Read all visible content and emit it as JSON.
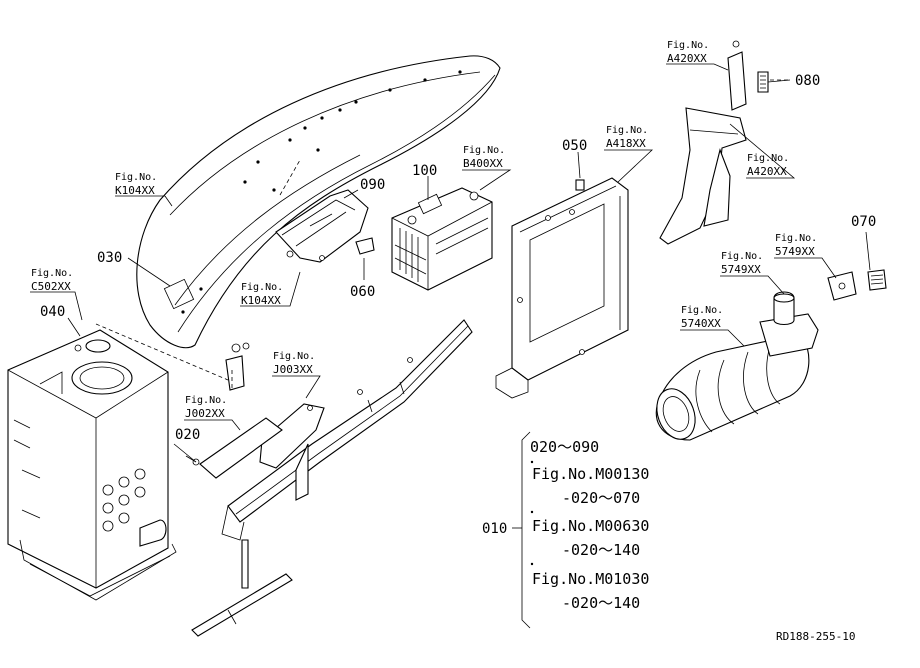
{
  "callouts": [
    {
      "id": "fig-k104-top",
      "fig": "Fig.No.",
      "code": "K104XX"
    },
    {
      "id": "fig-c502",
      "fig": "Fig.No.",
      "code": "C502XX"
    },
    {
      "id": "fig-k104-mid",
      "fig": "Fig.No.",
      "code": "K104XX"
    },
    {
      "id": "fig-b400",
      "fig": "Fig.No.",
      "code": "B400XX"
    },
    {
      "id": "fig-a418",
      "fig": "Fig.No.",
      "code": "A418XX"
    },
    {
      "id": "fig-a420-top",
      "fig": "Fig.No.",
      "code": "A420XX"
    },
    {
      "id": "fig-a420-mid",
      "fig": "Fig.No.",
      "code": "A420XX"
    },
    {
      "id": "fig-5749-a",
      "fig": "Fig.No.",
      "code": "5749XX"
    },
    {
      "id": "fig-5749-b",
      "fig": "Fig.No.",
      "code": "5749XX"
    },
    {
      "id": "fig-5740",
      "fig": "Fig.No.",
      "code": "5740XX"
    },
    {
      "id": "fig-j003",
      "fig": "Fig.No.",
      "code": "J003XX"
    },
    {
      "id": "fig-j002",
      "fig": "Fig.No.",
      "code": "J002XX"
    }
  ],
  "parts": {
    "p010": "010",
    "p020": "020",
    "p030": "030",
    "p040": "040",
    "p050": "050",
    "p060": "060",
    "p070": "070",
    "p080": "080",
    "p090": "090",
    "p100": "100"
  },
  "legend": {
    "line1": "020～090",
    "line2": "Fig.No.M00130",
    "line3": "-020～070",
    "line4": "Fig.No.M00630",
    "line5": "-020～140",
    "line6": "Fig.No.M01030",
    "line7": "-020～140"
  },
  "drawing_code": "RD188-255-10"
}
